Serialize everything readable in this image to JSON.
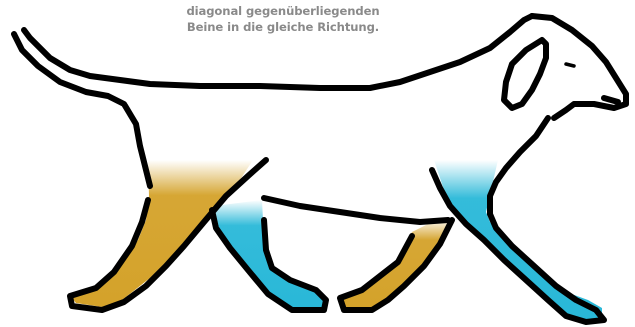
{
  "caption": {
    "line1": "diagonal gegenüberliegenden",
    "line2": "Beine in die gleiche Richtung."
  },
  "colors": {
    "outline": "#000000",
    "caption": "#8a8a8a",
    "left_diagonal": "#d4a22a",
    "right_diagonal": "#29b8d8",
    "background": "#ffffff"
  },
  "figure": {
    "subject": "trotting-dog",
    "gait": "trot",
    "highlighted_pairs": [
      {
        "legs": [
          "front-near-leg",
          "hind-far-leg"
        ],
        "color_key": "right_diagonal"
      },
      {
        "legs": [
          "front-far-leg",
          "hind-near-leg"
        ],
        "color_key": "left_diagonal"
      }
    ]
  }
}
